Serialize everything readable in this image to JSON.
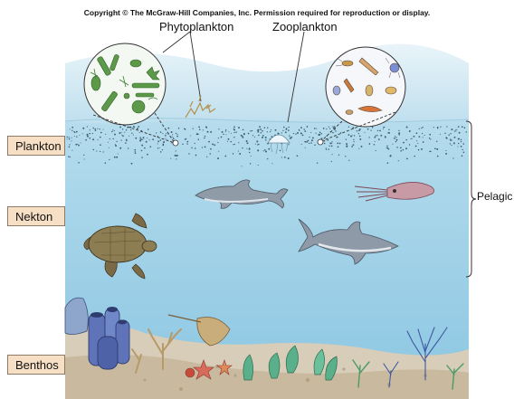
{
  "copyright": "Copyright © The McGraw-Hill Companies, Inc. Permission required for reproduction or display.",
  "labels": {
    "phytoplankton": "Phytoplankton",
    "zooplankton": "Zooplankton",
    "plankton": "Plankton",
    "nekton": "Nekton",
    "benthos": "Benthos",
    "pelagic": "Pelagic"
  },
  "colors": {
    "water_surface": "#bcdcea",
    "water_deep": "#8fc7e2",
    "seafloor": "#d8cdb9",
    "label_box": "#f6dfc5"
  },
  "icons": [
    "phytoplankton-cells",
    "zooplankton-organisms",
    "jellyfish",
    "dolphin",
    "shark",
    "squid",
    "sea-turtle",
    "stingray",
    "tube-sponge",
    "coral",
    "starfish",
    "seaweed",
    "sea-fan"
  ]
}
